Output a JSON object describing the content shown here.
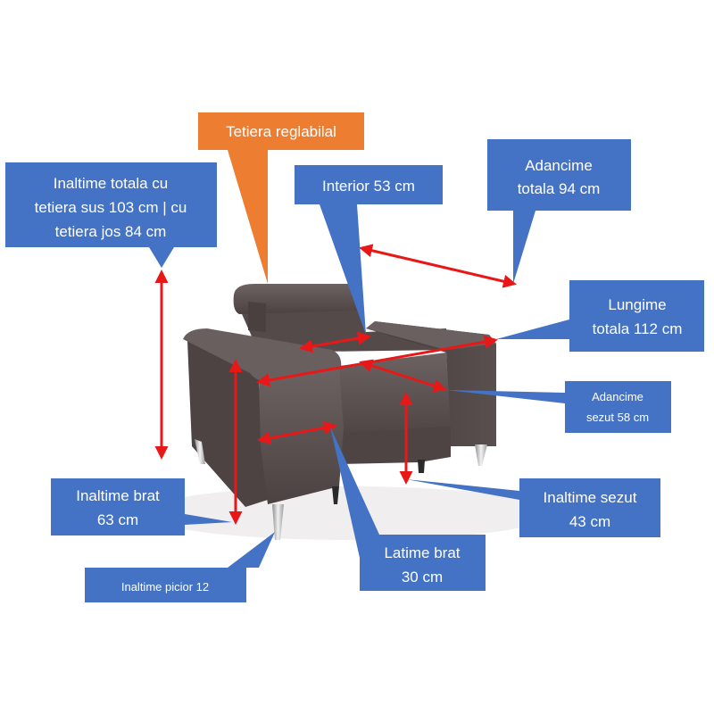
{
  "labels": {
    "headrest": "Tetiera reglabilal",
    "total_height_line1": "Inaltime totala cu",
    "total_height_line2": "tetiera sus 103 cm | cu",
    "total_height_line3": "tetiera jos 84 cm",
    "interior": "Interior 53 cm",
    "total_depth_line1": "Adancime",
    "total_depth_line2": "totala 94 cm",
    "total_length_line1": "Lungime",
    "total_length_line2": "totala 112 cm",
    "seat_depth_line1": "Adancime",
    "seat_depth_line2": "sezut 58 cm",
    "arm_height_line1": "Inaltime brat",
    "arm_height_line2": "63 cm",
    "seat_height_line1": "Inaltime sezut",
    "seat_height_line2": "43 cm",
    "arm_width_line1": "Latime brat",
    "arm_width_line2": "30 cm",
    "leg_height": "Inaltime picior 12"
  },
  "colors": {
    "callout_blue": "#4472c4",
    "callout_orange": "#ed7d31",
    "arrow_red": "#e81818",
    "sofa_fabric": "#5b5050"
  }
}
